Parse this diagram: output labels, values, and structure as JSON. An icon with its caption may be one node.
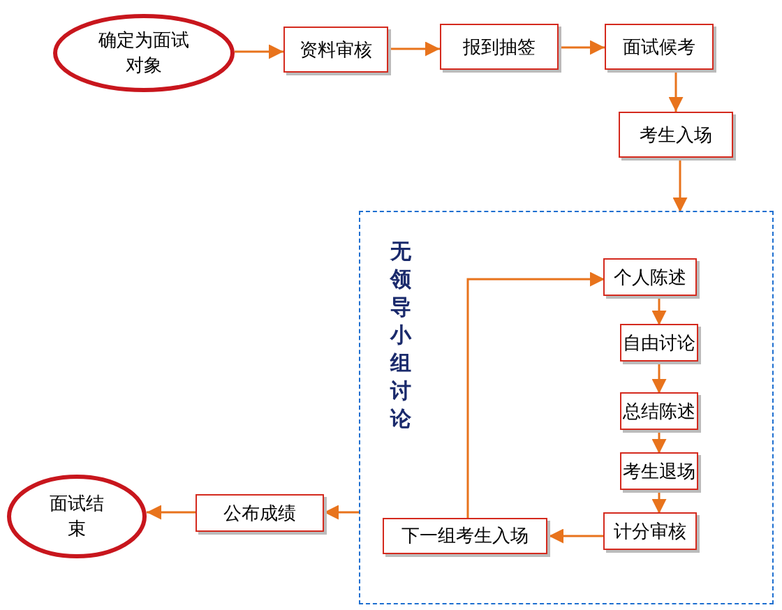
{
  "diagram": {
    "nodes": [
      {
        "text": [
          "确定为面试对象"
        ]
      },
      {
        "text": [
          "资料审核"
        ]
      },
      {
        "text": [
          "报到抽签"
        ]
      },
      {
        "text": [
          "面试候考"
        ]
      },
      {
        "text": [
          "考生入场"
        ]
      },
      {
        "text": [
          "无领导小组讨论"
        ]
      },
      {
        "text": [
          "个人陈述"
        ],
        "in": 5
      },
      {
        "text": [
          "自由讨论"
        ],
        "in": 5
      },
      {
        "text": [
          "总结陈述"
        ],
        "in": 5
      },
      {
        "text": [
          "考生退场"
        ],
        "in": 5
      },
      {
        "text": [
          "计分审核"
        ],
        "in": 5
      },
      {
        "text": [
          "下一组考生入场"
        ],
        "in": 5
      },
      {
        "text": [
          "公布成绩"
        ]
      },
      {
        "text": [
          "面试结束"
        ]
      }
    ],
    "edges": [
      {
        "from": 0,
        "to": 1,
        "arrow": "to"
      },
      {
        "from": 1,
        "to": 2,
        "arrow": "to"
      },
      {
        "from": 2,
        "to": 3,
        "arrow": "to"
      },
      {
        "from": 3,
        "to": 4,
        "arrow": "to"
      },
      {
        "from": 4,
        "to": 5,
        "arrow": "to"
      },
      {
        "from": 6,
        "to": 7,
        "arrow": "to"
      },
      {
        "from": 7,
        "to": 8,
        "arrow": "to"
      },
      {
        "from": 8,
        "to": 9,
        "arrow": "to"
      },
      {
        "from": 9,
        "to": 10,
        "arrow": "to"
      },
      {
        "from": 10,
        "to": 11,
        "arrow": "to"
      },
      {
        "from": 11,
        "to": 6,
        "arrow": "to"
      },
      {
        "from": 5,
        "to": 12,
        "arrow": "to"
      },
      {
        "from": 12,
        "to": 13,
        "arrow": "to"
      }
    ]
  }
}
